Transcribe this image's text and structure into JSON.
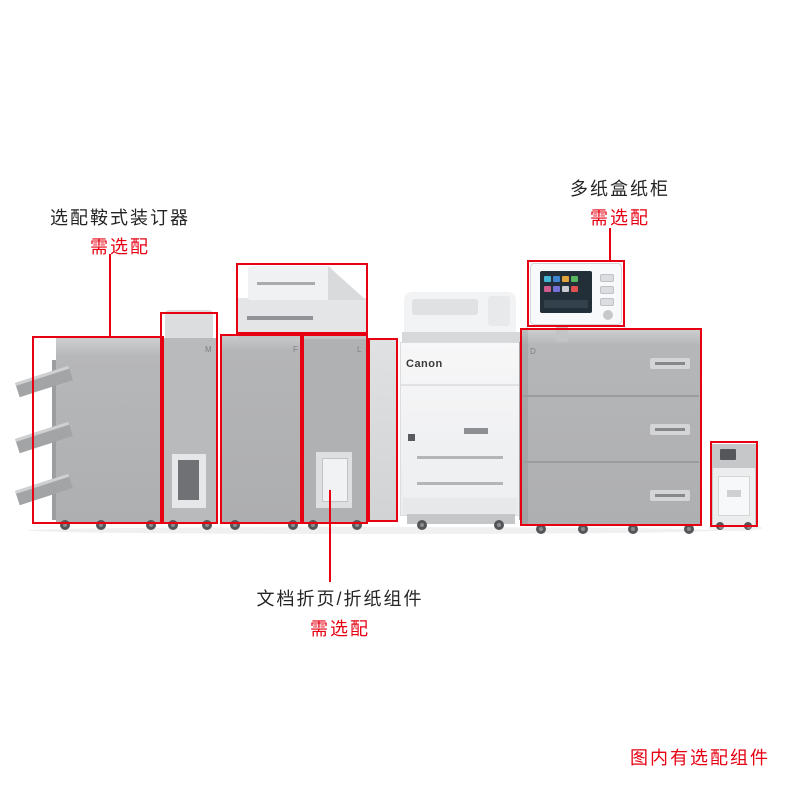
{
  "page": {
    "background": "#ffffff"
  },
  "colors": {
    "accent_red": "#e60012",
    "label_black": "#252525"
  },
  "annotations": {
    "saddle_stitcher": {
      "title": "选配鞍式装订器",
      "note": "需选配"
    },
    "paper_deck": {
      "title": "多纸盒纸柜",
      "note": "需选配"
    },
    "folding_unit": {
      "title": "文档折页/折纸组件",
      "note": "需选配"
    },
    "footer_note": "图内有选配组件"
  },
  "machine": {
    "brand": "Canon",
    "module_tags": {
      "finisher": "M",
      "folder_left": "F",
      "folder_right": "L",
      "deck": "D"
    }
  }
}
